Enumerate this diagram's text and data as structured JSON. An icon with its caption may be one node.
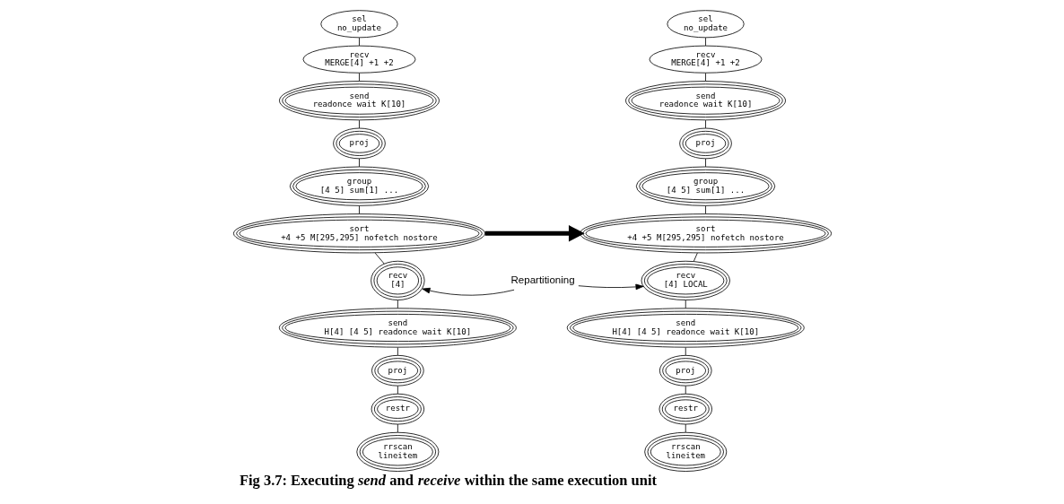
{
  "diagram": {
    "caption": "Fig 3.7: Executing *send* and *receive* within the same execution unit",
    "nodes": [
      {
        "text": [
          "sel",
          "no_update"
        ]
      },
      {
        "text": [
          "recv",
          "MERGE[4] +1 +2"
        ]
      },
      {
        "text": [
          "send",
          "readonce wait K[10]"
        ]
      },
      {
        "text": [
          "proj"
        ]
      },
      {
        "text": [
          "group",
          "[4 5] sum[1] ..."
        ]
      },
      {
        "text": [
          "sort",
          "+4 +5 M[295,295] nofetch nostore"
        ]
      },
      {
        "text": [
          "recv",
          "[4]"
        ]
      },
      {
        "text": [
          "send",
          "H[4] [4 5] readonce wait K[10]"
        ]
      },
      {
        "text": [
          "proj"
        ]
      },
      {
        "text": [
          "restr"
        ]
      },
      {
        "text": [
          "rrscan",
          "lineitem"
        ]
      },
      {
        "text": [
          "sel",
          "no_update"
        ]
      },
      {
        "text": [
          "recv",
          "MERGE[4] +1 +2"
        ]
      },
      {
        "text": [
          "send",
          "readonce wait K[10]"
        ]
      },
      {
        "text": [
          "proj"
        ]
      },
      {
        "text": [
          "group",
          "[4 5] sum[1] ..."
        ]
      },
      {
        "text": [
          "sort",
          "+4 +5 M[295,295] nofetch nostore"
        ]
      },
      {
        "text": [
          "recv",
          "[4] LOCAL"
        ]
      },
      {
        "text": [
          "send",
          "H[4] [4 5] readonce wait K[10]"
        ]
      },
      {
        "text": [
          "proj"
        ]
      },
      {
        "text": [
          "restr"
        ]
      },
      {
        "text": [
          "rrscan",
          "lineitem"
        ]
      },
      {
        "text": [
          "Repartitioning"
        ]
      }
    ],
    "edges": [
      {
        "from": 0,
        "to": 1,
        "arrow": "none"
      },
      {
        "from": 1,
        "to": 2,
        "arrow": "none"
      },
      {
        "from": 2,
        "to": 3,
        "arrow": "none"
      },
      {
        "from": 3,
        "to": 4,
        "arrow": "none"
      },
      {
        "from": 4,
        "to": 5,
        "arrow": "none"
      },
      {
        "from": 5,
        "to": 6,
        "arrow": "none"
      },
      {
        "from": 6,
        "to": 7,
        "arrow": "none"
      },
      {
        "from": 7,
        "to": 8,
        "arrow": "none"
      },
      {
        "from": 8,
        "to": 9,
        "arrow": "none"
      },
      {
        "from": 9,
        "to": 10,
        "arrow": "none"
      },
      {
        "from": 11,
        "to": 12,
        "arrow": "none"
      },
      {
        "from": 12,
        "to": 13,
        "arrow": "none"
      },
      {
        "from": 13,
        "to": 14,
        "arrow": "none"
      },
      {
        "from": 14,
        "to": 15,
        "arrow": "none"
      },
      {
        "from": 15,
        "to": 16,
        "arrow": "none"
      },
      {
        "from": 16,
        "to": 17,
        "arrow": "none"
      },
      {
        "from": 17,
        "to": 18,
        "arrow": "none"
      },
      {
        "from": 18,
        "to": 19,
        "arrow": "none"
      },
      {
        "from": 19,
        "to": 20,
        "arrow": "none"
      },
      {
        "from": 20,
        "to": 21,
        "arrow": "none"
      },
      {
        "from": 5,
        "to": 16,
        "arrow": "to",
        "style": "thick"
      },
      {
        "from": 22,
        "to": 6,
        "arrow": "to"
      },
      {
        "from": 22,
        "to": 17,
        "arrow": "to"
      }
    ]
  }
}
